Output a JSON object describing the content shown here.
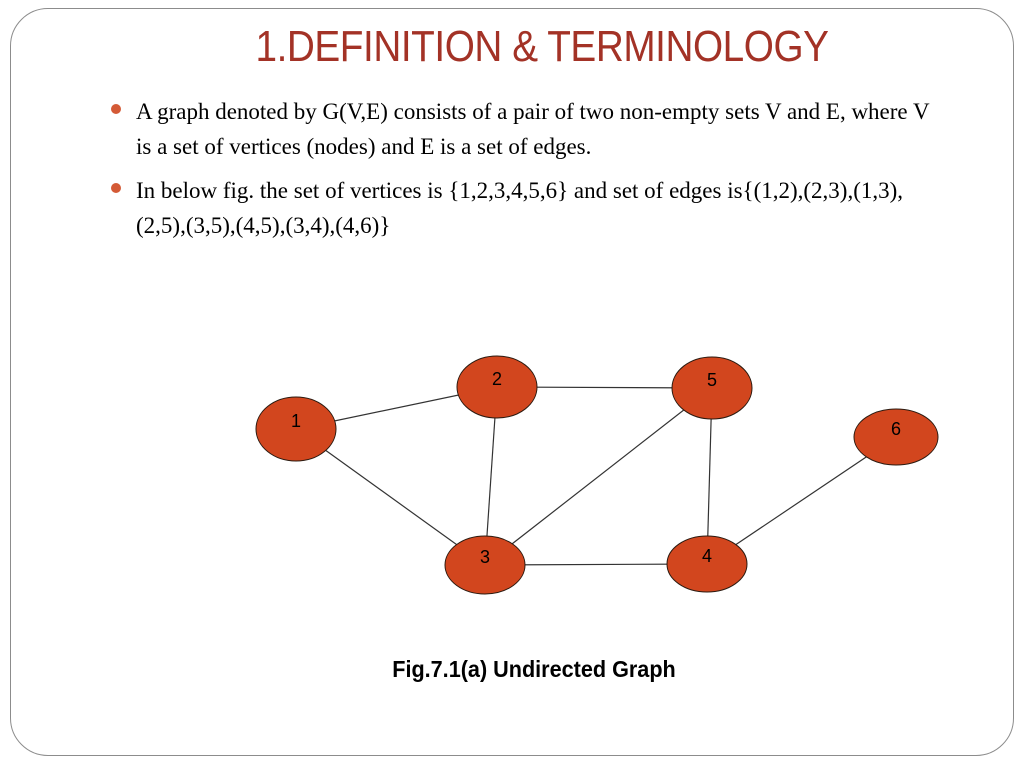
{
  "slide": {
    "title": "1.DEFINITION & TERMINOLOGY",
    "bullets": [
      "A graph denoted by G(V,E) consists of a pair of two non-empty sets V and E, where V is a set of vertices (nodes) and E is a set of edges.",
      "In below fig. the set of vertices is {1,2,3,4,5,6} and set of edges is{(1,2),(2,3),(1,3),(2,5),(3,5),(4,5),(3,4),(4,6)}"
    ],
    "caption": "Fig.7.1(a) Undirected Graph"
  },
  "graph": {
    "node_fill": "#d2461e",
    "node_stroke": "#2a1a10",
    "edge_color": "#333333",
    "nodes": [
      "1",
      "2",
      "3",
      "4",
      "5",
      "6"
    ],
    "edges": [
      [
        "1",
        "2"
      ],
      [
        "2",
        "3"
      ],
      [
        "1",
        "3"
      ],
      [
        "2",
        "5"
      ],
      [
        "3",
        "5"
      ],
      [
        "4",
        "5"
      ],
      [
        "3",
        "4"
      ],
      [
        "4",
        "6"
      ]
    ]
  }
}
